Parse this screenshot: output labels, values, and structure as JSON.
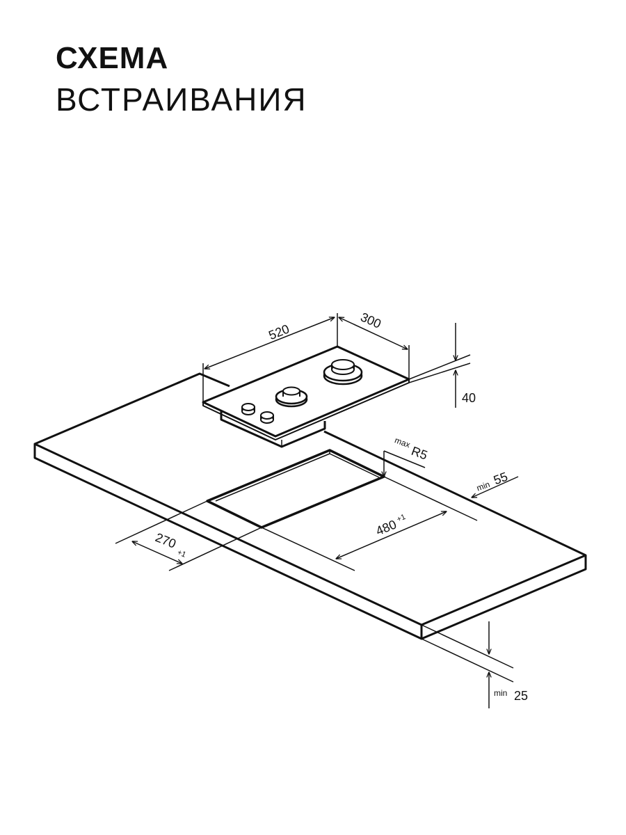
{
  "title": {
    "line1": "СХЕМА",
    "line2": "ВСТРАИВАНИЯ"
  },
  "dimensions": {
    "hob_width": "520",
    "hob_depth": "300",
    "hob_height": "40",
    "cutout_width": "480",
    "cutout_width_tol": "+1",
    "cutout_depth": "270",
    "cutout_depth_tol": "+1",
    "corner_radius_prefix": "max",
    "corner_radius": "R5",
    "back_clearance_prefix": "min",
    "back_clearance": "55",
    "countertop_thickness_prefix": "min",
    "countertop_thickness": "25"
  }
}
